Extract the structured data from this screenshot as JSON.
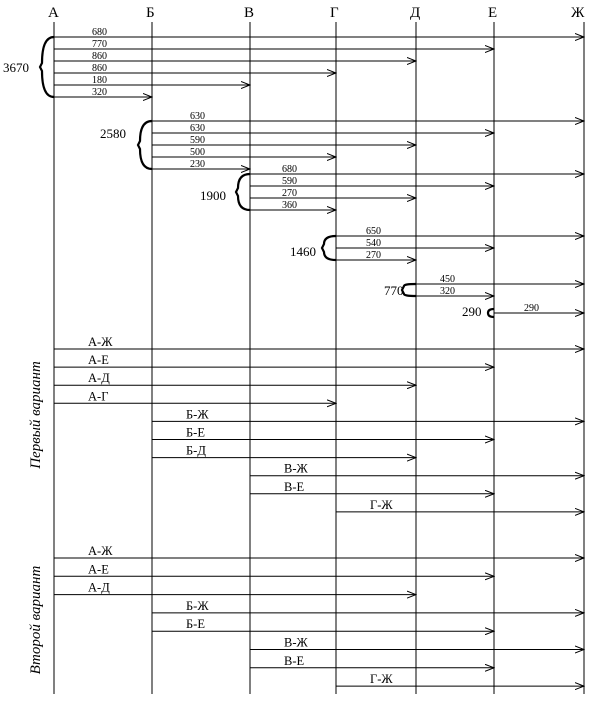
{
  "diagram": {
    "columns": [
      "А",
      "Б",
      "В",
      "Г",
      "Д",
      "Е",
      "Ж"
    ],
    "groups": [
      {
        "from": 0,
        "total": "3670",
        "flows": [
          {
            "to": 6,
            "label": "680"
          },
          {
            "to": 5,
            "label": "770"
          },
          {
            "to": 4,
            "label": "860"
          },
          {
            "to": 3,
            "label": "860"
          },
          {
            "to": 2,
            "label": "180"
          },
          {
            "to": 1,
            "label": "320"
          }
        ]
      },
      {
        "from": 1,
        "total": "2580",
        "flows": [
          {
            "to": 6,
            "label": "630"
          },
          {
            "to": 5,
            "label": "630"
          },
          {
            "to": 4,
            "label": "590"
          },
          {
            "to": 3,
            "label": "500"
          },
          {
            "to": 2,
            "label": "230"
          }
        ]
      },
      {
        "from": 2,
        "total": "1900",
        "flows": [
          {
            "to": 6,
            "label": "680"
          },
          {
            "to": 5,
            "label": "590"
          },
          {
            "to": 4,
            "label": "270"
          },
          {
            "to": 3,
            "label": "360"
          }
        ]
      },
      {
        "from": 3,
        "total": "1460",
        "flows": [
          {
            "to": 6,
            "label": "650"
          },
          {
            "to": 5,
            "label": "540"
          },
          {
            "to": 4,
            "label": "270"
          }
        ]
      },
      {
        "from": 4,
        "total": "770",
        "flows": [
          {
            "to": 6,
            "label": "450"
          },
          {
            "to": 5,
            "label": "320"
          }
        ]
      },
      {
        "from": 5,
        "total": "290",
        "flows": [
          {
            "to": 6,
            "label": "290"
          }
        ]
      }
    ],
    "variants": [
      {
        "label": "Первый вариант",
        "routes": [
          {
            "from": 0,
            "to": 6,
            "label": "А-Ж"
          },
          {
            "from": 0,
            "to": 5,
            "label": "А-Е"
          },
          {
            "from": 0,
            "to": 4,
            "label": "А-Д"
          },
          {
            "from": 0,
            "to": 3,
            "label": "А-Г"
          },
          {
            "from": 1,
            "to": 6,
            "label": "Б-Ж"
          },
          {
            "from": 1,
            "to": 5,
            "label": "Б-Е"
          },
          {
            "from": 1,
            "to": 4,
            "label": "Б-Д"
          },
          {
            "from": 2,
            "to": 6,
            "label": "В-Ж"
          },
          {
            "from": 2,
            "to": 5,
            "label": "В-Е"
          },
          {
            "from": 3,
            "to": 6,
            "label": "Г-Ж"
          }
        ]
      },
      {
        "label": "Второй вариант",
        "routes": [
          {
            "from": 0,
            "to": 6,
            "label": "А-Ж"
          },
          {
            "from": 0,
            "to": 5,
            "label": "А-Е"
          },
          {
            "from": 0,
            "to": 4,
            "label": "А-Д"
          },
          {
            "from": 1,
            "to": 6,
            "label": "Б-Ж"
          },
          {
            "from": 1,
            "to": 5,
            "label": "Б-Е"
          },
          {
            "from": 2,
            "to": 6,
            "label": "В-Ж"
          },
          {
            "from": 2,
            "to": 5,
            "label": "В-Е"
          },
          {
            "from": 3,
            "to": 6,
            "label": "Г-Ж"
          }
        ]
      }
    ]
  }
}
